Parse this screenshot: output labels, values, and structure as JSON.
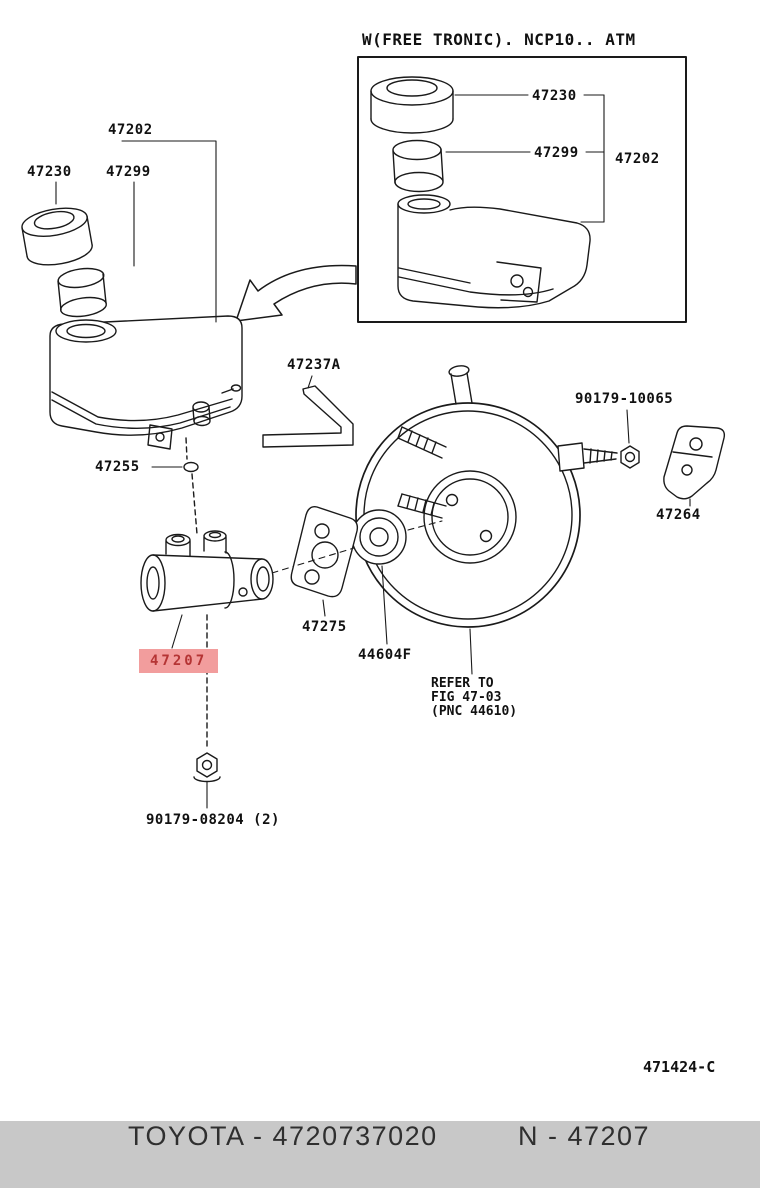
{
  "inset": {
    "title": "W(FREE TRONIC). NCP10.. ATM",
    "cap_label": "47230",
    "filter_label": "47299",
    "assembly_label": "47202"
  },
  "parts": {
    "reservoir_assembly": "47202",
    "reservoir_cap": "47230",
    "reservoir_filter": "47299",
    "clamp_bracket": "47237A",
    "grommet_small": "47255",
    "master_cylinder": "47207",
    "gasket": "47275",
    "grommet": "44604F",
    "lock_nut": "90179-10065",
    "clevis_bracket": "47264",
    "mounting_nut": "90179-08204 (2)"
  },
  "booster_note": {
    "line1": "REFER TO",
    "line2": "FIG 47-03",
    "line3": "(PNC 44610)"
  },
  "diagram_code": "471424-C",
  "footer": {
    "left": "TOYOTA - 4720737020",
    "right": "N - 47207"
  },
  "colors": {
    "highlight_bg": "#f29d9d",
    "highlight_text": "#b53434",
    "footer_bg": "#c8c8c8"
  }
}
